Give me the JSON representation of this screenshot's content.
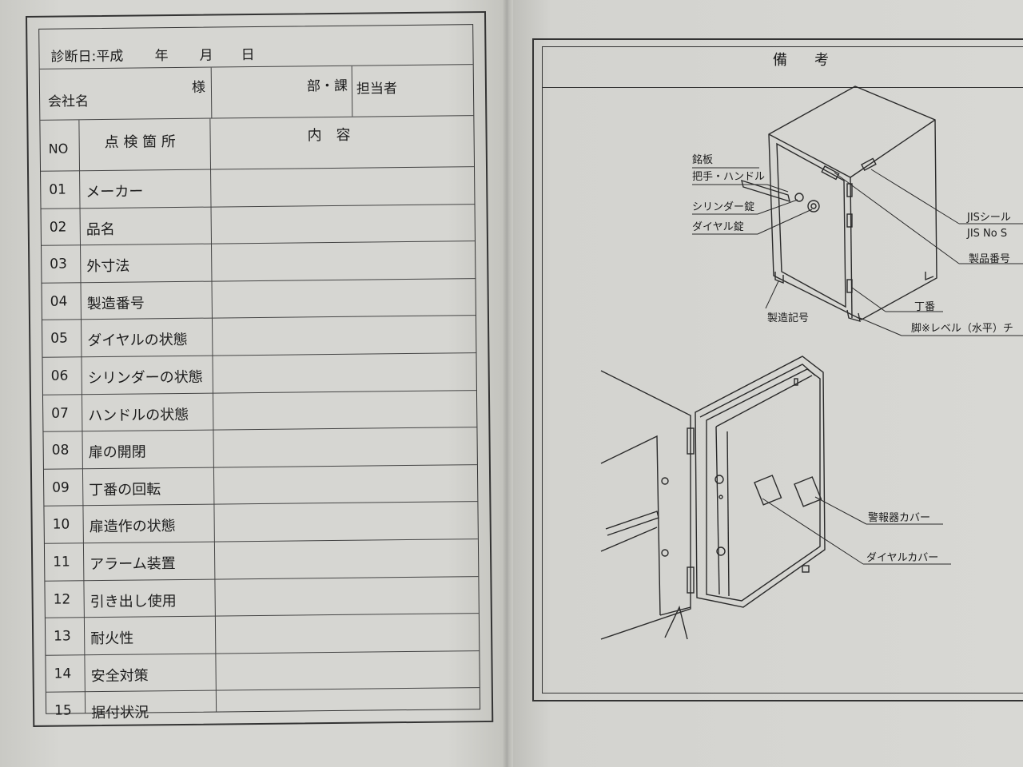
{
  "form": {
    "date_label": "診断日:平成",
    "year": "年",
    "month": "月",
    "day": "日",
    "company_label": "会社名",
    "honorific": "様",
    "dept_label": "部・課",
    "person_label": "担当者",
    "col_no": "NO",
    "col_location": "点 検 箇 所",
    "col_content": "内　容",
    "items": [
      {
        "no": "01",
        "label": "メーカー"
      },
      {
        "no": "02",
        "label": "品名"
      },
      {
        "no": "03",
        "label": "外寸法"
      },
      {
        "no": "04",
        "label": "製造番号"
      },
      {
        "no": "05",
        "label": "ダイヤルの状態"
      },
      {
        "no": "06",
        "label": "シリンダーの状態"
      },
      {
        "no": "07",
        "label": "ハンドルの状態"
      },
      {
        "no": "08",
        "label": "扉の開閉"
      },
      {
        "no": "09",
        "label": "丁番の回転"
      },
      {
        "no": "10",
        "label": "扉造作の状態"
      },
      {
        "no": "11",
        "label": "アラーム装置"
      },
      {
        "no": "12",
        "label": "引き出し使用"
      },
      {
        "no": "13",
        "label": "耐火性"
      },
      {
        "no": "14",
        "label": "安全対策"
      },
      {
        "no": "15",
        "label": "据付状況"
      }
    ]
  },
  "remarks": {
    "title": "備考",
    "callouts": {
      "nameplate": "銘板",
      "handle": "把手・ハンドル",
      "cylinder": "シリンダー錠",
      "dial": "ダイヤル錠",
      "jis_seal": "JISシール",
      "jis_no": "JIS No S",
      "serial": "製品番号",
      "mfg_mark": "製造記号",
      "hinge": "丁番",
      "leg": "脚※レベル（水平）チ",
      "alarm_cover": "警報器カバー",
      "dial_cover": "ダイヤルカバー"
    }
  }
}
